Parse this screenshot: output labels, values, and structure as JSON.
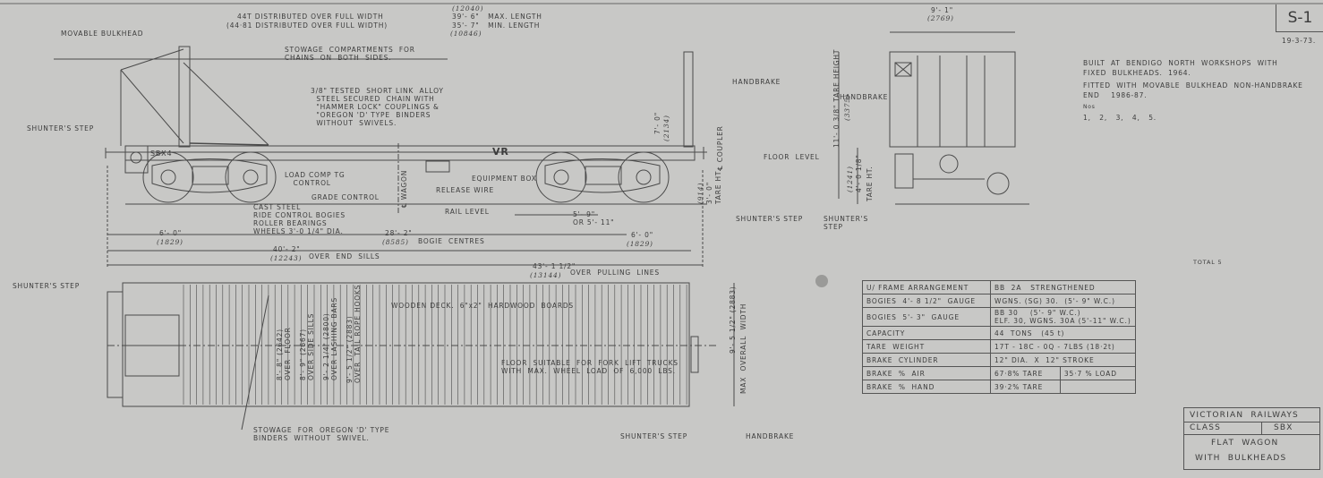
{
  "sheet": {
    "number": "S-1",
    "date": "19-3-73."
  },
  "notes": {
    "line1": "BUILT  AT  BENDIGO  NORTH  WORKSHOPS  WITH",
    "line2": "FIXED  BULKHEADS.  1964.",
    "line3": "FITTED  WITH  MOVABLE  BULKHEAD  NON-HANDBRAKE",
    "line4": "END    1986-87.",
    "numbers_label": "Nos",
    "numbers": "1,   2,   3,   4,   5.",
    "total": "TOTAL 5"
  },
  "side_view": {
    "load_1": "44T DISTRIBUTED OVER FULL WIDTH",
    "load_2": "(44·81 DISTRIBUTED OVER FULL WIDTH)",
    "max_len_metric": "(12040)",
    "max_len": "39'- 6\"   MAX. LENGTH",
    "min_len": "35'- 7\"   MIN. LENGTH",
    "min_len_metric": "(10846)",
    "movable_bulkhead": "MOVABLE BULKHEAD",
    "stowage": "STOWAGE  COMPARTMENTS  FOR\nCHAINS  ON  BOTH  SIDES.",
    "chain": "3/8\" TESTED  SHORT LINK  ALLOY\n  STEEL SECURED  CHAIN WITH\n  \"HAMMER LOCK\" COUPLINGS &\n  \"OREGON 'D' TYPE  BINDERS\n  WITHOUT  SWIVELS.",
    "shunters_step_left": "SHUNTER'S STEP",
    "handbrake": "HANDBRAKE",
    "bulkhead_height": "7'- 0\"",
    "bulkhead_height_metric": "(2134)",
    "coupler": "℄ COUPLER",
    "coupler_height": "3'- 0\"",
    "coupler_height_metric": "(914)",
    "tare_ht": "TARE HT.",
    "wagon_code": "SBX4",
    "load_comp": "LOAD COMP TG\n   CONTROL",
    "grade_control": "GRADE CONTROL",
    "wagon_cl": "℄ WAGON",
    "equipment_box": "EQUIPMENT BOX",
    "release_wire": "RELEASE WIRE",
    "rail_level": "RAIL LEVEL",
    "bogies": "CAST STEEL\nRIDE CONTROL BOGIES\nROLLER BEARINGS\nWHEELS 3'-0 1/4\" DIA.",
    "wheelbase": "5'- 9\"\nOR 5'- 11\"",
    "shunters_step_right": "SHUNTER'S STEP",
    "overhang_left": "6'- 0\"",
    "overhang_left_metric": "(1829)",
    "bogie_centres": "28'- 2\"",
    "bogie_centres_metric": "(8585)",
    "bogie_centres_label": "BOGIE  CENTRES",
    "overhang_right": "6'- 0\"",
    "overhang_right_metric": "(1829)",
    "end_sills": "40'- 2\"",
    "end_sills_metric": "(12243)",
    "end_sills_label": "OVER  END  SILLS",
    "pulling_lines": "43'- 1 1/2\"",
    "pulling_lines_metric": "(13144)",
    "pulling_lines_label": "OVER  PULLING  LINES",
    "logo": "VR"
  },
  "end_view": {
    "width": "9'- 1\"",
    "width_metric": "(2769)",
    "height": "11'- 0 3/8\" TARE HEIGHT",
    "height_metric": "(3375)",
    "handbrake": "HANDBRAKE",
    "floor_level": "FLOOR  LEVEL",
    "floor_height": "4'- 0 1/8\"",
    "floor_height_metric": "(1241)",
    "tare_ht": "TARE HT.",
    "shunters_step": "SHUNTER'S\nSTEP"
  },
  "plan_view": {
    "shunters_step_left": "SHUNTER'S STEP",
    "deck": "WOODEN DECK.  6\"x2\"  HARDWOOD  BOARDS",
    "fork_lift": "FLOOR  SUITABLE  FOR  FORK  LIFT  TRUCKS\nWITH  MAX.  WHEEL  LOAD  OF  6,000  LBS.",
    "over_floor": "8'- 8\" (2642)\nOVER  FLOOR",
    "over_side_sills": "8'- 9\" (2667)\nOVER SIDE SILLS",
    "over_lashing": "9'- 2 1/4\" (2800)\nOVER LASHING BARS",
    "over_tail_rope": "9'- 5 1/2\" (2883)\nOVER  TAIL ROPE HOOKS",
    "max_width": "9'- 5 1/2\" (2883)",
    "max_width_label": "MAX  OVERALL  WIDTH",
    "stowage": "STOWAGE  FOR  OREGON 'D' TYPE\nBINDERS  WITHOUT  SWIVEL.",
    "shunters_step_right": "SHUNTER'S STEP",
    "handbrake": "HANDBRAKE"
  },
  "spec_table": [
    {
      "label": "U/ FRAME ARRANGEMENT",
      "value": "BB  2A   STRENGTHENED"
    },
    {
      "label": "BOGIES  4'- 8 1/2\"  GAUGE",
      "value": "WGNS. (SG) 30.  (5'- 9\" W.C.)"
    },
    {
      "label": "BOGIES  5'- 3\"  GAUGE",
      "value": "BB 30    (5'- 9\" W.C.)\nELF. 30, WGNS. 30A (5'-11\" W.C.)"
    },
    {
      "label": "CAPACITY",
      "value": "44  TONS   (45 t)"
    },
    {
      "label": "TARE  WEIGHT",
      "value": "17T - 18C - 0Q - 7LBS (18·2t)"
    },
    {
      "label": "BRAKE  CYLINDER",
      "value": "12\" DIA.  X  12\" STROKE"
    },
    {
      "label": "BRAKE  %  AIR",
      "value": "67·8% TARE",
      "value2": "35·7 % LOAD"
    },
    {
      "label": "BRAKE  %  HAND",
      "value": "39·2% TARE",
      "value2": ""
    }
  ],
  "title_block": {
    "railway": "VICTORIAN  RAILWAYS",
    "class_label": "CLASS",
    "class_value": "SBX",
    "desc1": "FLAT  WAGON",
    "desc2": "WITH  BULKHEADS"
  }
}
